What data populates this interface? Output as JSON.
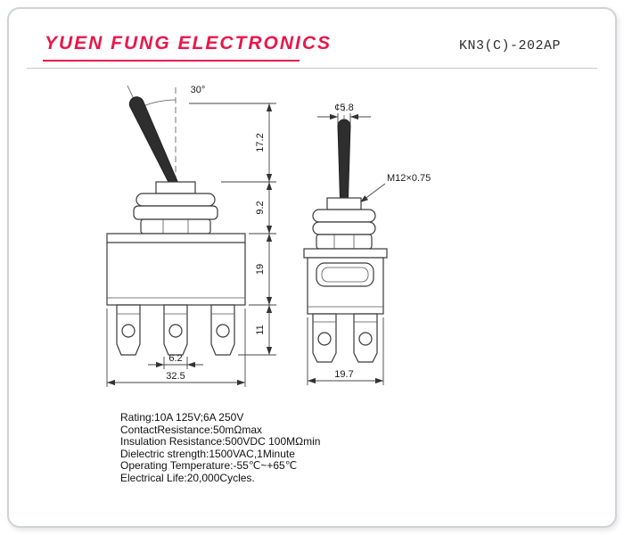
{
  "page": {
    "header": {
      "company": "YUEN FUNG ELECTRONICS",
      "part_number": "KN3(C)-202AP"
    },
    "colors": {
      "brand_red": "#e8174a",
      "drawing_line": "#3a3a3a"
    },
    "drawing": {
      "front_view": {
        "angle_label": "30°",
        "dim_lever_height": "17.2",
        "dim_bushing_height": "9.2",
        "dim_body_height": "19",
        "dim_terminal_height": "11",
        "dim_terminal_width": "6.2",
        "dim_body_width": "32.5"
      },
      "side_view": {
        "dim_lever_diameter": "¢5.8",
        "thread_label": "M12×0.75",
        "dim_body_depth": "19.7"
      }
    },
    "specs": [
      "Rating:10A 125V;6A 250V",
      "ContactResistance:50mΩmax",
      "Insulation Resistance:500VDC 100MΩmin",
      "Dielectric strength:1500VAC,1Minute",
      "Operating Temperature:-55℃~+65℃",
      "Electrical Life:20,000Cycles."
    ]
  }
}
